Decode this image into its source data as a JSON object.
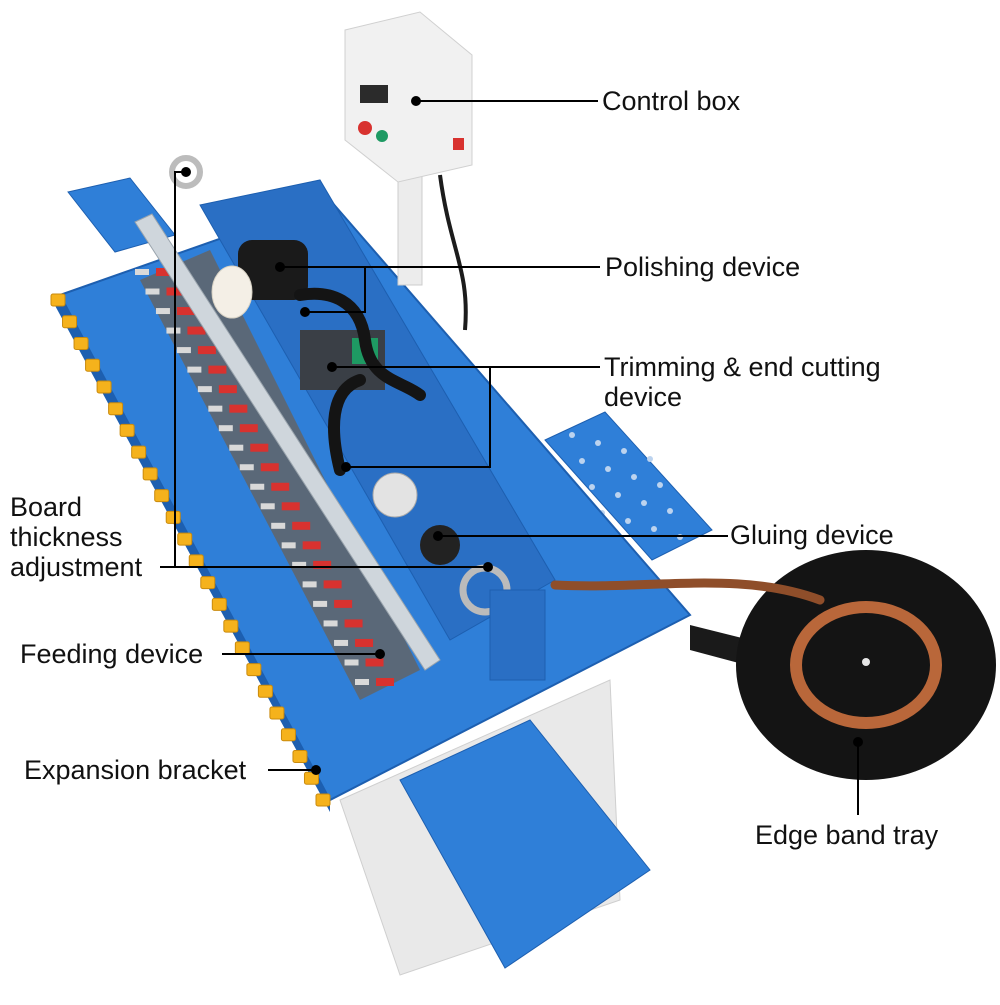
{
  "callouts": {
    "control_box": "Control box",
    "polishing_device": "Polishing device",
    "trimming_line1": "Trimming & end cutting",
    "trimming_line2": "device",
    "board_line1": "Board",
    "board_line2": "thickness",
    "board_line3": "adjustment",
    "gluing_device": "Gluing device",
    "feeding_device": "Feeding device",
    "expansion_bracket": "Expansion bracket",
    "edge_band_tray": "Edge band tray"
  },
  "colors": {
    "machine_blue": "#2f7fd8",
    "machine_blue_dark": "#1d5fb0",
    "feeder_red": "#d8322f",
    "bracket_yellow": "#f5b21c",
    "tray_black": "#141414",
    "edge_band_copper": "#b9673a",
    "control_box_white": "#f1f1f1"
  }
}
